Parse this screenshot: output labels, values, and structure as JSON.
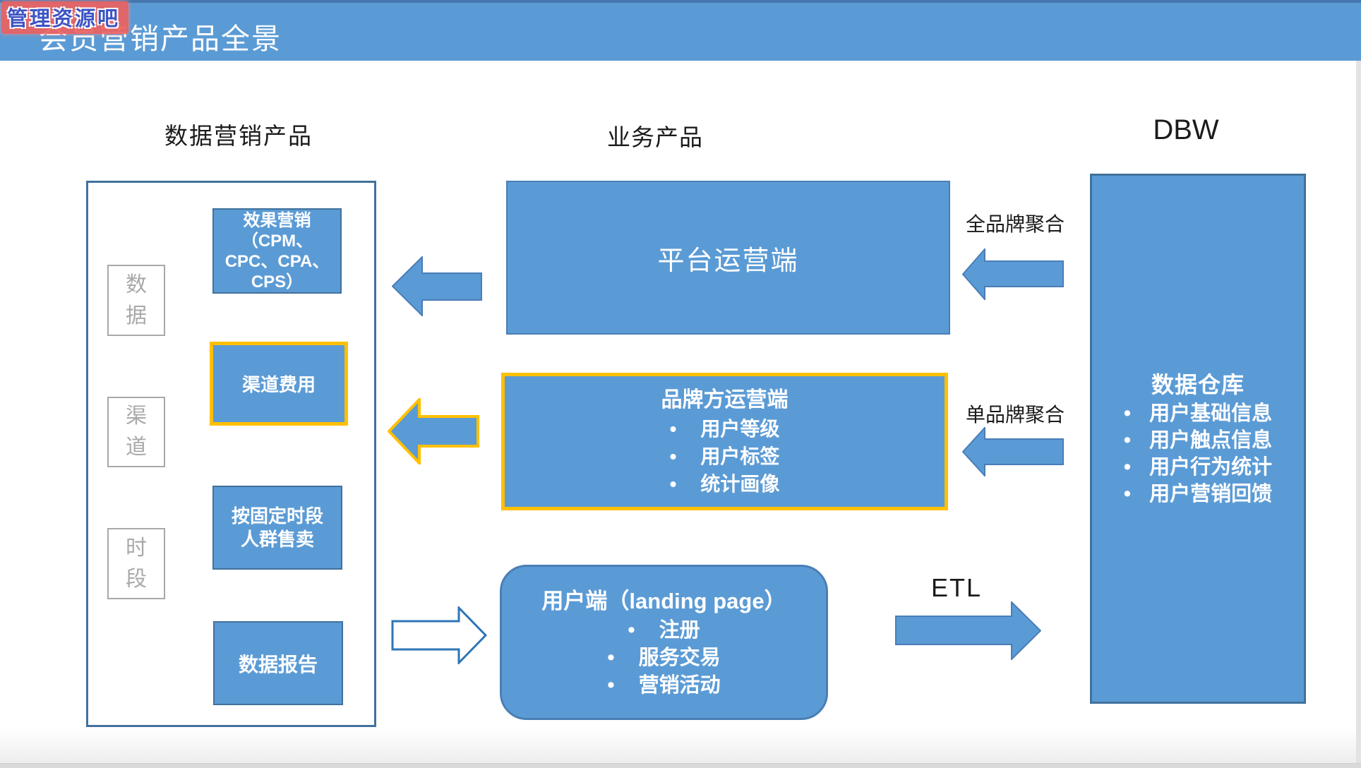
{
  "watermark": {
    "text": "管理资源吧"
  },
  "header": {
    "title": "会员营销产品全景"
  },
  "columns": {
    "left_title": "数据营销产品",
    "middle_title": "业务产品",
    "right_title": "DBW"
  },
  "left_panel": {
    "side_labels": [
      "数据",
      "渠道",
      "时段"
    ],
    "box_effect": {
      "lines": [
        "效果营销",
        "（CPM、",
        "CPC、CPA、",
        "CPS）"
      ]
    },
    "box_channel": {
      "label": "渠道费用"
    },
    "box_timeslot": {
      "lines": [
        "按固定时段",
        "人群售卖"
      ]
    },
    "box_report": {
      "label": "数据报告"
    }
  },
  "middle_panel": {
    "platform_box": {
      "label": "平台运营端"
    },
    "brand_box": {
      "title": "品牌方运营端",
      "bullets": [
        "用户等级",
        "用户标签",
        "统计画像"
      ]
    },
    "user_box": {
      "title": "用户端（landing page）",
      "bullets": [
        "注册",
        "服务交易",
        "营销活动"
      ]
    }
  },
  "right_panel": {
    "dbw_box": {
      "title": "数据仓库",
      "bullets": [
        "用户基础信息",
        "用户触点信息",
        "用户行为统计",
        "用户营销回馈"
      ]
    }
  },
  "flow_labels": {
    "full_brand": "全品牌聚合",
    "single_brand": "单品牌聚合",
    "etl": "ETL"
  },
  "icons": {
    "bullet_icon": "•"
  },
  "colors": {
    "accent_blue": "#5b9bd5",
    "border_blue": "#41719c",
    "highlight_orange": "#ffc000",
    "outline_blue": "#2e75b6",
    "label_gray": "#a9a9a9",
    "watermark_red": "#ec6260",
    "watermark_text_blue": "#3d54c4"
  }
}
